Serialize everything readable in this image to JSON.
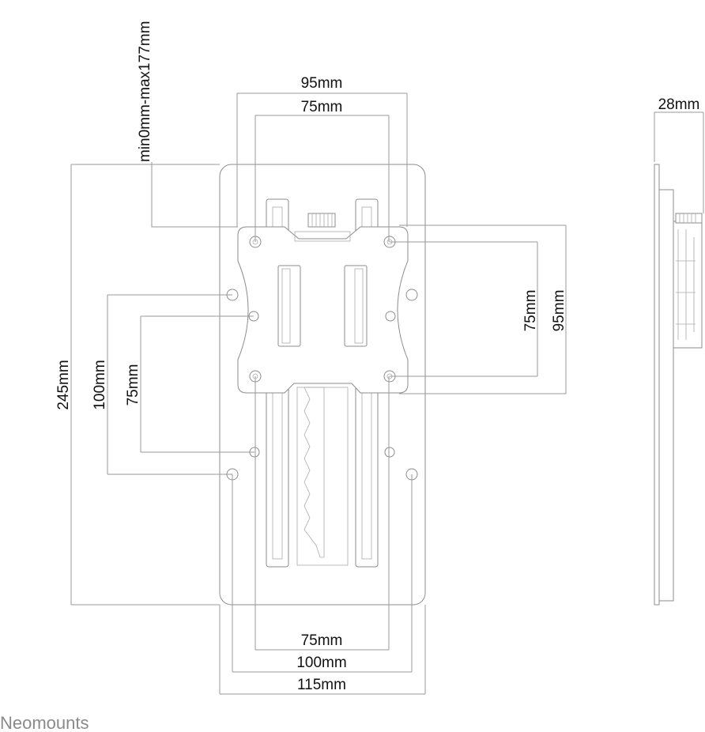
{
  "dimensions": {
    "top_outer": "95mm",
    "top_inner": "75mm",
    "adjust_range": "min0mm-max177mm",
    "height_total": "245mm",
    "left_outer": "100mm",
    "left_inner": "75mm",
    "right_inner": "75mm",
    "right_outer": "95mm",
    "bottom_inner": "75mm",
    "bottom_middle": "100mm",
    "bottom_outer": "115mm",
    "side_depth": "28mm"
  },
  "brand": {
    "logo_text": "Neomounts"
  }
}
